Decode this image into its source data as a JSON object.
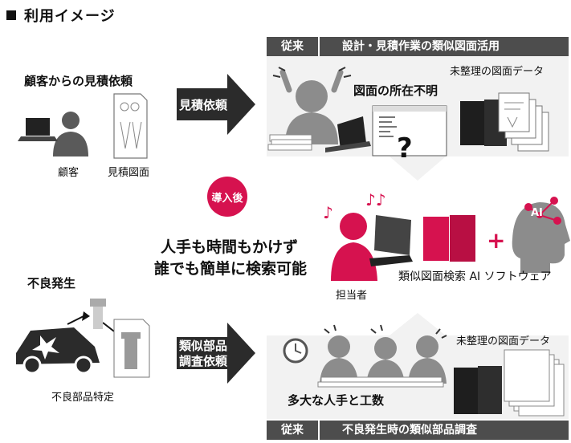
{
  "title": "利用イメージ",
  "top_bar": {
    "tag": "従来",
    "text": "設計・見積作業の類似図面活用"
  },
  "bottom_bar": {
    "tag": "従来",
    "text": "不良発生時の類似部品調査"
  },
  "labels": {
    "customer_quote_request": "顧客からの見積依頼",
    "customer": "顧客",
    "quote_drawing": "見積図面",
    "quote_request": "見積依頼",
    "drawing_location_unknown": "図面の所在不明",
    "unorganized_drawing_data_top": "未整理の図面データ",
    "after_adoption": "導入後",
    "benefit_line1": "人手も時間もかけず",
    "benefit_line2": "誰でも簡単に検索可能",
    "person_in_charge": "担当者",
    "software": "類似図面検索 AI ソフトウェア",
    "ai": "AI",
    "defect_occurrence": "不良発生",
    "defective_part_identification": "不良部品特定",
    "similar_parts_line1": "類似部品",
    "similar_parts_line2": "調査依頼",
    "unorganized_drawing_data_bottom": "未整理の図面データ",
    "many_people_effort": "多大な人手と工数"
  },
  "colors": {
    "accent": "#d6124f",
    "dark": "#333333",
    "gray": "#8c8c8c",
    "panel": "#f2f2f2",
    "bar": "#4d4d4d"
  }
}
